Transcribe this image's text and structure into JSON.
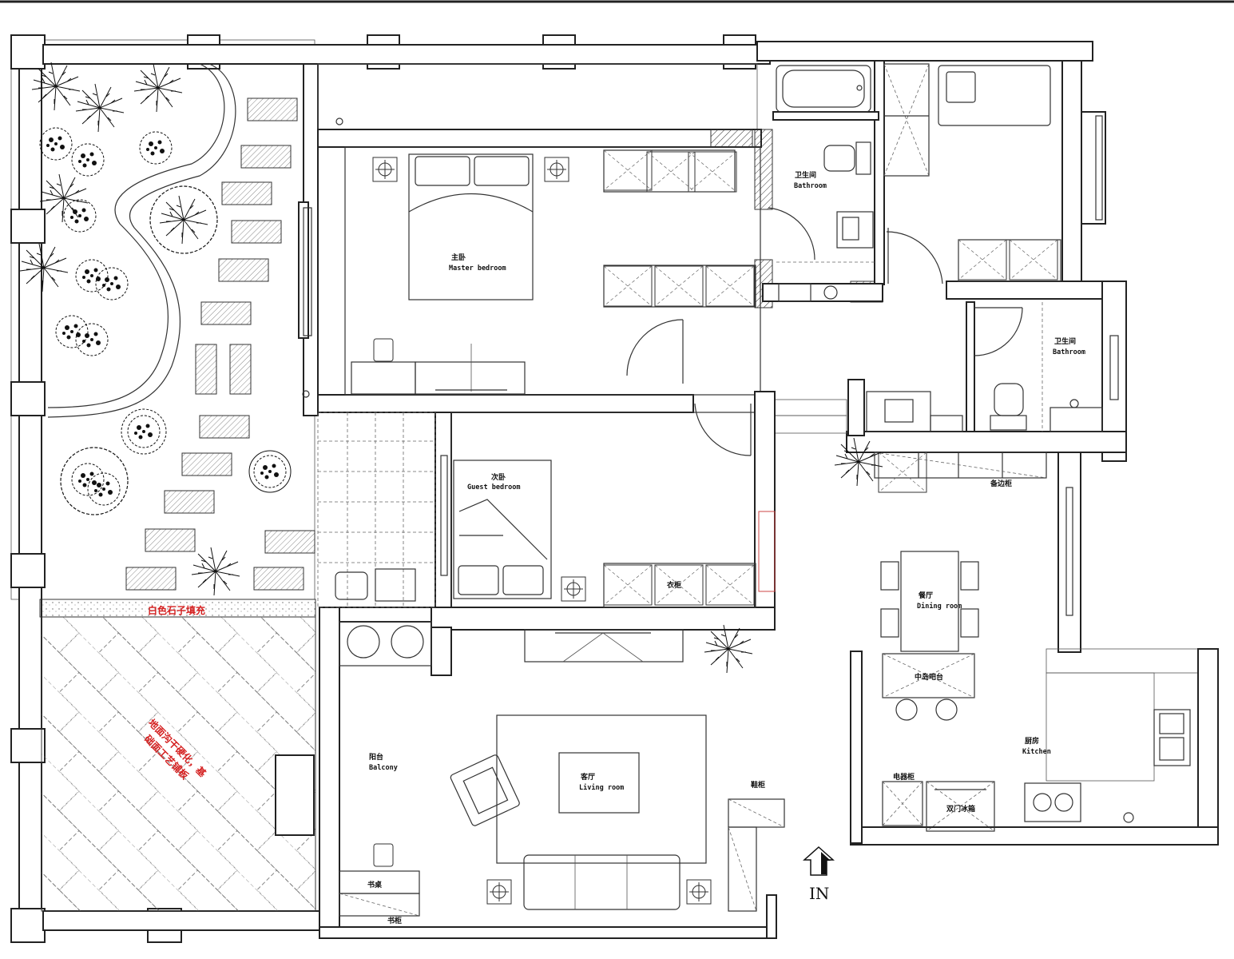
{
  "rooms": {
    "master_bedroom_cn": "主卧",
    "master_bedroom_en": "Master bedroom",
    "bathroom1_cn": "卫生间",
    "bathroom1_en": "Bathroom",
    "bathroom2_cn": "卫生间",
    "bathroom2_en": "Bathroom",
    "guest_bedroom_cn": "次卧",
    "guest_bedroom_en": "Guest bedroom",
    "dining_cn": "餐厅",
    "dining_en": "Dining room",
    "living_cn": "客厅",
    "living_en": "Living room",
    "balcony_cn": "阳台",
    "balcony_en": "Balcony",
    "kitchen_cn": "厨房",
    "kitchen_en": "Kitchen"
  },
  "fixtures": {
    "side_cabinet": "备边柜",
    "wardrobe": "衣柜",
    "island_bar": "中岛吧台",
    "appliance_cabinet": "电器柜",
    "double_oven": "双门冰箱",
    "shoe_cabinet": "鞋柜",
    "desk": "书桌",
    "bookshelf": "书柜"
  },
  "annotations": {
    "gravel_fill": "白色石子填充",
    "ground_note_line1": "地面沟干硬化，基",
    "ground_note_line2": "础面工艺铺板"
  },
  "entrance": {
    "label": "IN"
  }
}
